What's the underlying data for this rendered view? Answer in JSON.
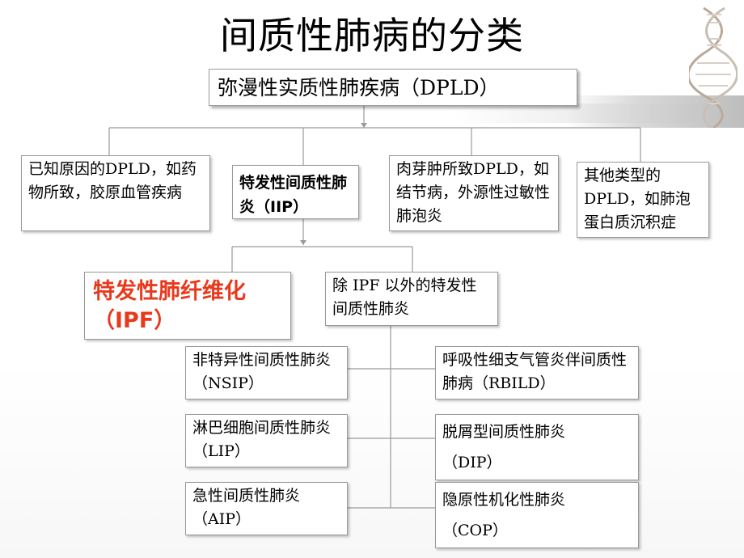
{
  "title": "间质性肺病的分类",
  "root": {
    "label": "弥漫性实质性肺疾病（DPLD）"
  },
  "level1": {
    "known_cause": "已知原因的DPLD，如药物所致，胶原血管疾病",
    "iip": "特发性间质性肺炎（IIP）",
    "granulomatous": "肉芽肿所致DPLD，如结节病，外源性过敏性肺泡炎",
    "other": "其他类型的DPLD，如肺泡蛋白质沉积症"
  },
  "level2": {
    "ipf": "特发性肺纤维化（IPF）",
    "non_ipf": "除 IPF 以外的特发性间质性肺炎"
  },
  "level3": {
    "nsip": "非特异性间质性肺炎（NSIP）",
    "rbild": "呼吸性细支气管炎伴间质性肺病（RBILD）",
    "lip": "淋巴细胞间质性肺炎（LIP）",
    "dip_name": "脱屑型间质性肺炎",
    "dip_abbr": "（DIP）",
    "aip": "急性间质性肺炎（AIP）",
    "cop_name": "隐原性机化性肺炎",
    "cop_abbr": "（COP）"
  },
  "colors": {
    "ipf_text": "#e8391d",
    "box_border": "#9a9a9a",
    "connector": "#9a9a9a"
  }
}
